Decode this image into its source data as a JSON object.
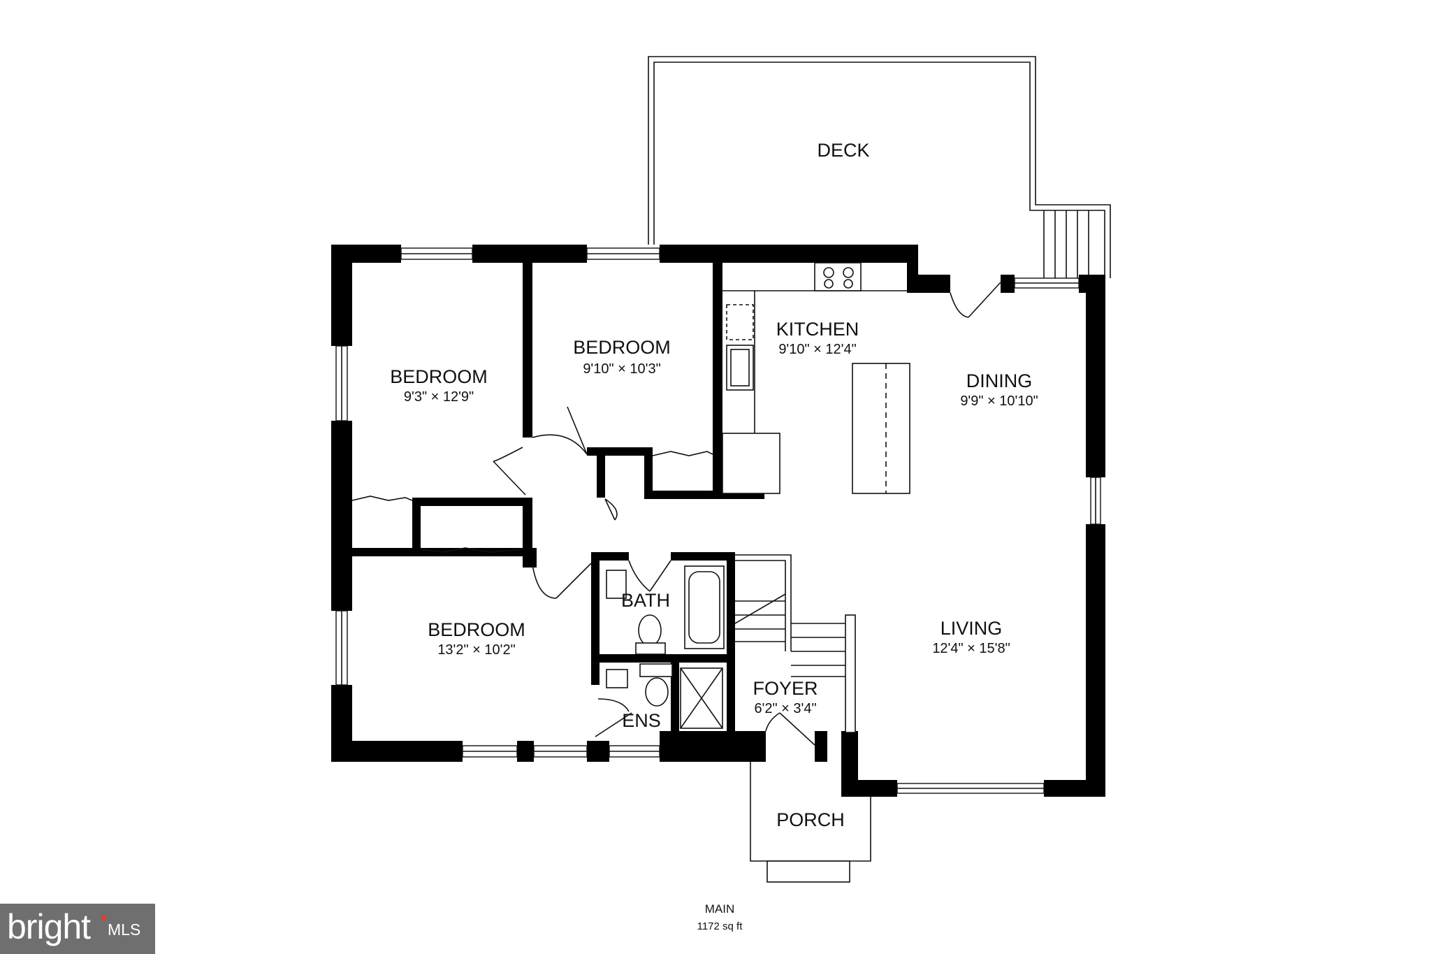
{
  "rooms": {
    "deck": {
      "name": "DECK",
      "dims": ""
    },
    "kitchen": {
      "name": "KITCHEN",
      "dims": "9'10\" × 12'4\""
    },
    "dining": {
      "name": "DINING",
      "dims": "9'9\" × 10'10\""
    },
    "bedroom_nw": {
      "name": "BEDROOM",
      "dims": "9'3\" × 12'9\""
    },
    "bedroom_n": {
      "name": "BEDROOM",
      "dims": "9'10\" × 10'3\""
    },
    "bedroom_sw": {
      "name": "BEDROOM",
      "dims": "13'2\" × 10'2\""
    },
    "bath": {
      "name": "BATH",
      "dims": ""
    },
    "ens": {
      "name": "ENS",
      "dims": ""
    },
    "foyer": {
      "name": "FOYER",
      "dims": "6'2\" × 3'4\""
    },
    "living": {
      "name": "LIVING",
      "dims": "12'4\" × 15'8\""
    },
    "porch": {
      "name": "PORCH",
      "dims": ""
    }
  },
  "floor": {
    "title": "MAIN",
    "area": "1172 sq ft"
  },
  "watermark": {
    "brand": "bright",
    "suffix": "MLS",
    "colors": {
      "box": "#6f6f6f",
      "accent": "#e23b3b"
    }
  }
}
